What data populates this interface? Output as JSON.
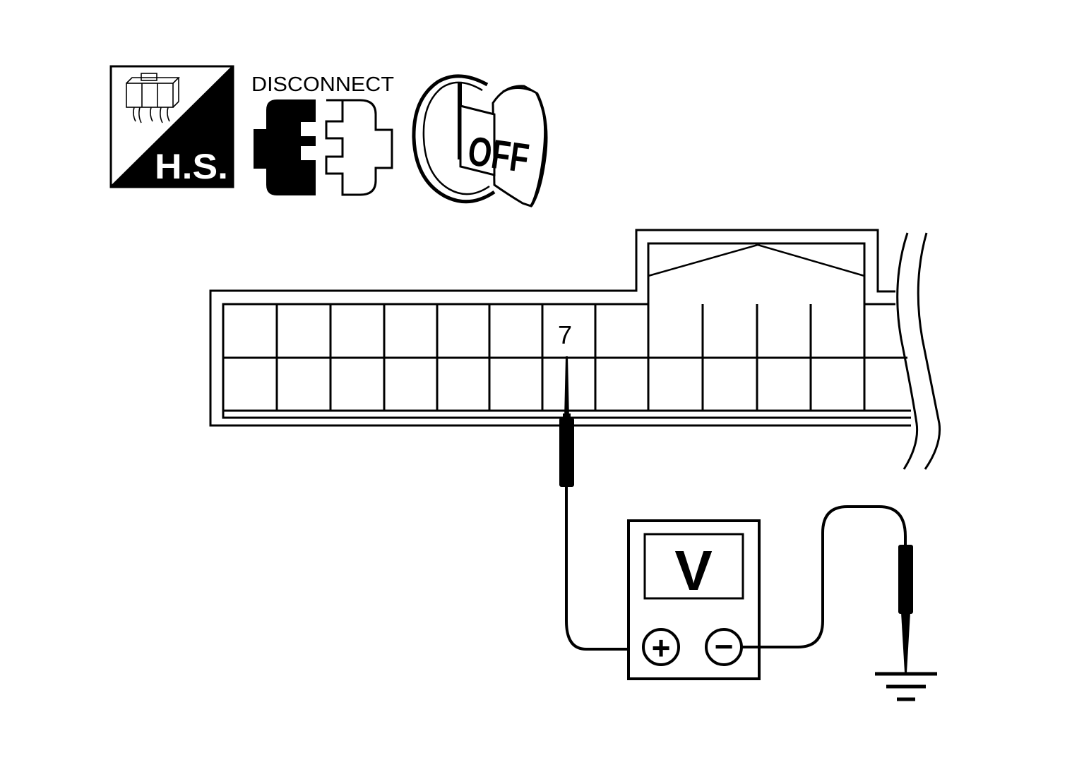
{
  "icons": {
    "harness_side": {
      "label": "H.S.",
      "icon": "harness-side-icon"
    },
    "disconnect": {
      "label": "DISCONNECT",
      "icon": "disconnect-connector-icon"
    },
    "ignition": {
      "label": "OFF",
      "icon": "ignition-key-off-icon"
    }
  },
  "connector": {
    "terminal_label": "7",
    "top_row_cells": 13,
    "bottom_row_cells": 13
  },
  "meter": {
    "display": "V",
    "positive_symbol": "+",
    "negative_symbol": "−",
    "icon": "voltmeter-icon"
  },
  "ground": {
    "icon": "ground-symbol-icon"
  },
  "colors": {
    "ink": "#000000",
    "paper": "#ffffff"
  }
}
